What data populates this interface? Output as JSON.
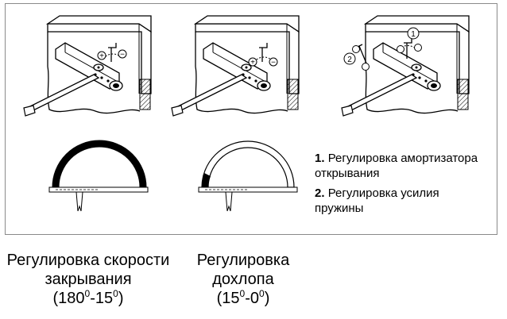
{
  "diagram": {
    "step_labels": [
      "1",
      "2"
    ],
    "plus_sign": "+",
    "minus_sign": "−",
    "legend": [
      {
        "number": "1.",
        "text_line1": "Регулировка амортизатора",
        "text_line2": "открывания"
      },
      {
        "number": "2.",
        "text_line1": "Регулировка усилия",
        "text_line2": "пружины"
      }
    ]
  },
  "captions": {
    "closing_speed": {
      "line1": "Регулировка скорости",
      "line2": "закрывания",
      "range_a": "180",
      "range_b": "-15",
      "degree": "0",
      "open_paren": "(",
      "close_paren": ")"
    },
    "latching": {
      "line1": "Регулировка",
      "line2": "дохлопа",
      "range_a": "15",
      "range_b": "-0",
      "degree": "0",
      "open_paren": "(",
      "close_paren": ")"
    }
  }
}
